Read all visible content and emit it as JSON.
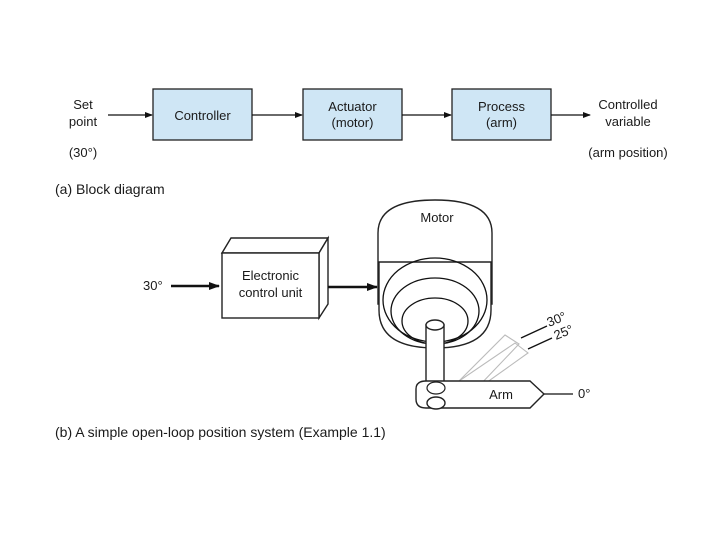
{
  "block_diagram": {
    "input_label_line1": "Set",
    "input_label_line2": "point",
    "input_value": "(30°)",
    "controller": "Controller",
    "actuator_line1": "Actuator",
    "actuator_line2": "(motor)",
    "process_line1": "Process",
    "process_line2": "(arm)",
    "output_label_line1": "Controlled",
    "output_label_line2": "variable",
    "output_value": "(arm position)",
    "caption": "(a)  Block diagram"
  },
  "system": {
    "input_angle": "30°",
    "ecu_line1": "Electronic",
    "ecu_line2": "control unit",
    "motor": "Motor",
    "arm": "Arm",
    "angle_30": "30°",
    "angle_25": "25°",
    "angle_0": "0°",
    "caption": "(b)  A simple open-loop position system (Example 1.1)"
  },
  "colors": {
    "block_fill": "#cfe6f5",
    "stroke": "#222222"
  }
}
